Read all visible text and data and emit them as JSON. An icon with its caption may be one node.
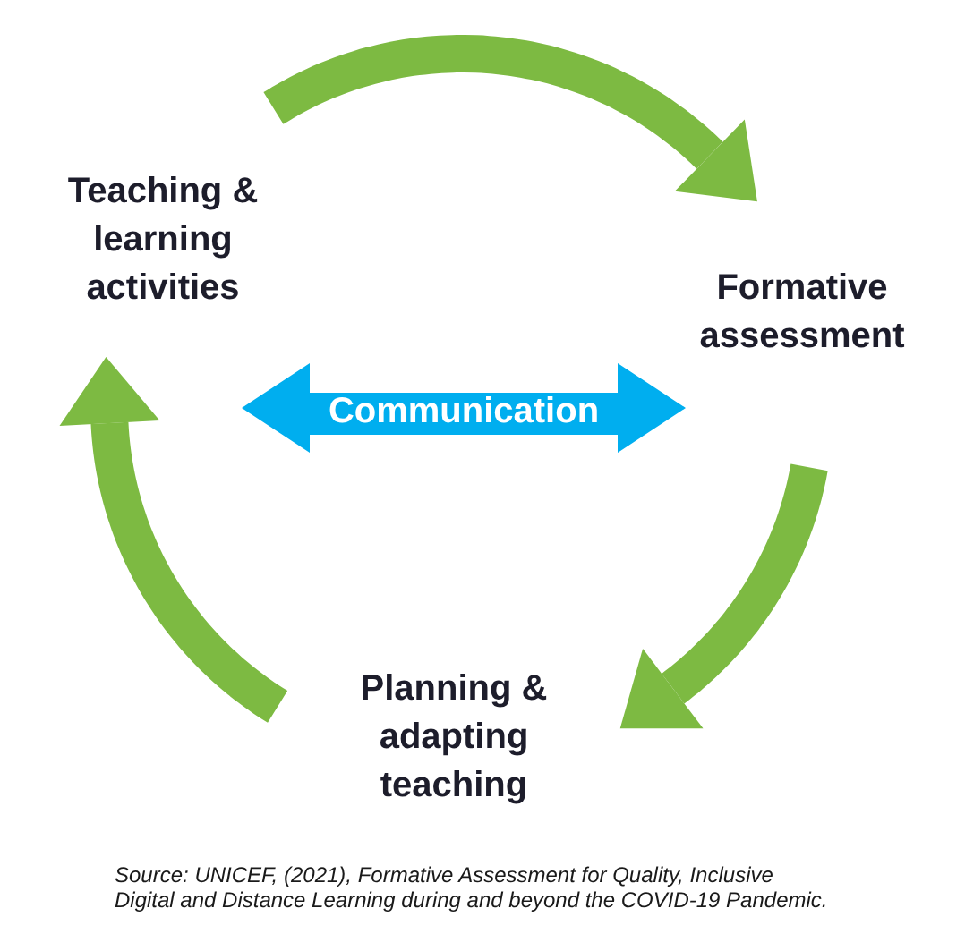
{
  "diagram": {
    "caption": "Source: UNICEF, (2021), Formative Assessment for Quality, Inclusive Digital and Distance Learning during and beyond the COVID-19 Pandemic.",
    "nodes": [
      {
        "text": [
          "Teaching & learning activities"
        ]
      },
      {
        "text": [
          "Formative assessment"
        ]
      },
      {
        "text": [
          "Communication"
        ]
      },
      {
        "text": [
          "Planning & adapting teaching"
        ]
      }
    ],
    "edges": [
      {
        "from": 0,
        "to": 1,
        "arrow": "to"
      },
      {
        "from": 1,
        "to": 3,
        "arrow": "to"
      },
      {
        "from": 3,
        "to": 0,
        "arrow": "to"
      }
    ]
  }
}
